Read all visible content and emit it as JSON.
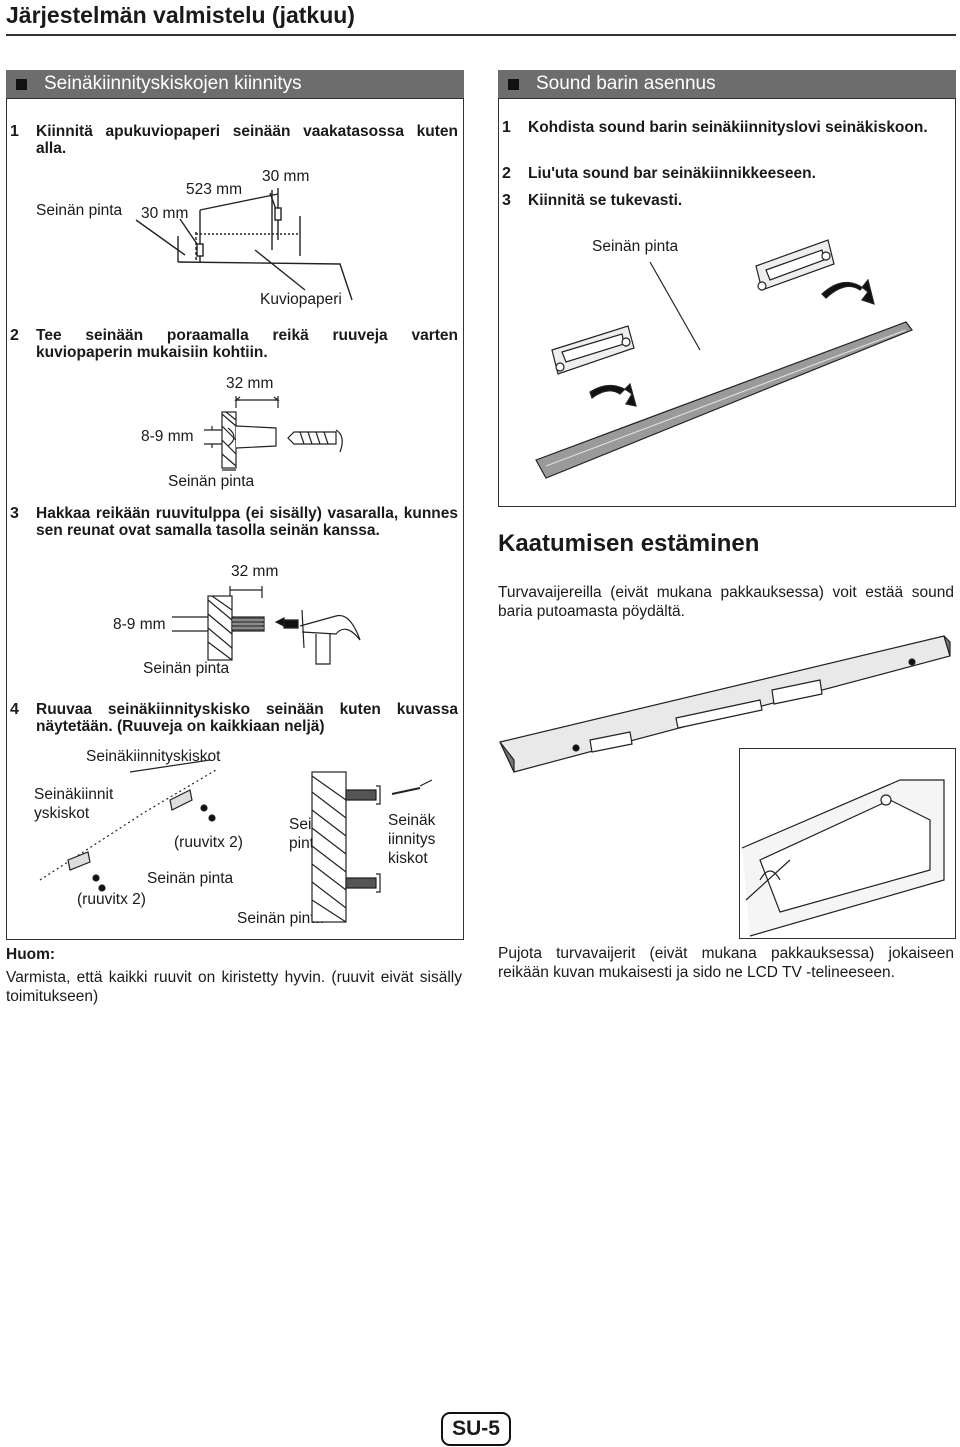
{
  "page_title": "Järjestelmän valmistelu (jatkuu)",
  "left": {
    "section_title": "Seinäkiinnityskiskojen kiinnitys",
    "step1": {
      "number": "1",
      "text": "Kiinnitä apukuviopaperi seinään vaakatasossa kuten alla."
    },
    "fig1": {
      "dim_top": "30 mm",
      "dim_width": "523 mm",
      "wall_label": "Seinän pinta",
      "dim_left": "30 mm",
      "paper_label": "Kuviopaperi"
    },
    "step2": {
      "number": "2",
      "text": "Tee seinään poraamalla reikä ruuveja varten kuviopaperin mukaisiin kohtiin."
    },
    "fig2": {
      "dim_depth": "32 mm",
      "dim_dia": "8-9 mm",
      "wall_label": "Seinän pinta"
    },
    "step3": {
      "number": "3",
      "text": "Hakkaa reikään ruuvitulppa (ei sisälly) vasaralla, kunnes sen reunat ovat samalla tasolla seinän kanssa."
    },
    "fig3": {
      "dim_depth": "32 mm",
      "dim_dia": "8-9 mm",
      "wall_label": "Seinän pinta"
    },
    "step4": {
      "number": "4",
      "text": "Ruuvaa seinäkiinnityskisko seinään kuten kuvassa näytetään. (Ruuveja on kaikkiaan neljä)"
    },
    "fig4": {
      "brackets_label": "Seinäkiinnityskiskot",
      "bracket_left_label": "Seinäkiinnit yskiskot",
      "screw_label_a": "(ruuvitx 2)",
      "wall_label_a": "Seinän pinta",
      "screw_label_b": "(ruuvitx 2)",
      "wall_label_b": "Seinän pinta",
      "wall_label_c": "Seinän pinta",
      "bracket_right_label": "Seinäk iinnitys kiskot"
    },
    "note_title": "Huom:",
    "note_text": "Varmista, että kaikki ruuvit on kiristetty hyvin. (ruuvit eivät sisälly toimitukseen)"
  },
  "right": {
    "section_title": "Sound barin asennus",
    "steps": [
      {
        "number": "1",
        "text": "Kohdista sound barin seinäkiinnityslovi seinäkiskoon."
      },
      {
        "number": "2",
        "text": "Liu'uta sound bar seinäkiinnikkeeseen."
      },
      {
        "number": "3",
        "text": "Kiinnitä se tukevasti."
      }
    ],
    "fig_wall_label": "Seinän pinta",
    "heading": "Kaatumisen estäminen",
    "intro": "Turvavaijereilla (eivät mukana pakkauksessa) voit estää sound baria putoamasta pöydältä.",
    "closing": "Pujota turvavaijerit (eivät mukana pakkauksessa) jokaiseen reikään kuvan mukaisesti ja sido ne LCD TV -telineeseen."
  },
  "page_number": "SU-5"
}
